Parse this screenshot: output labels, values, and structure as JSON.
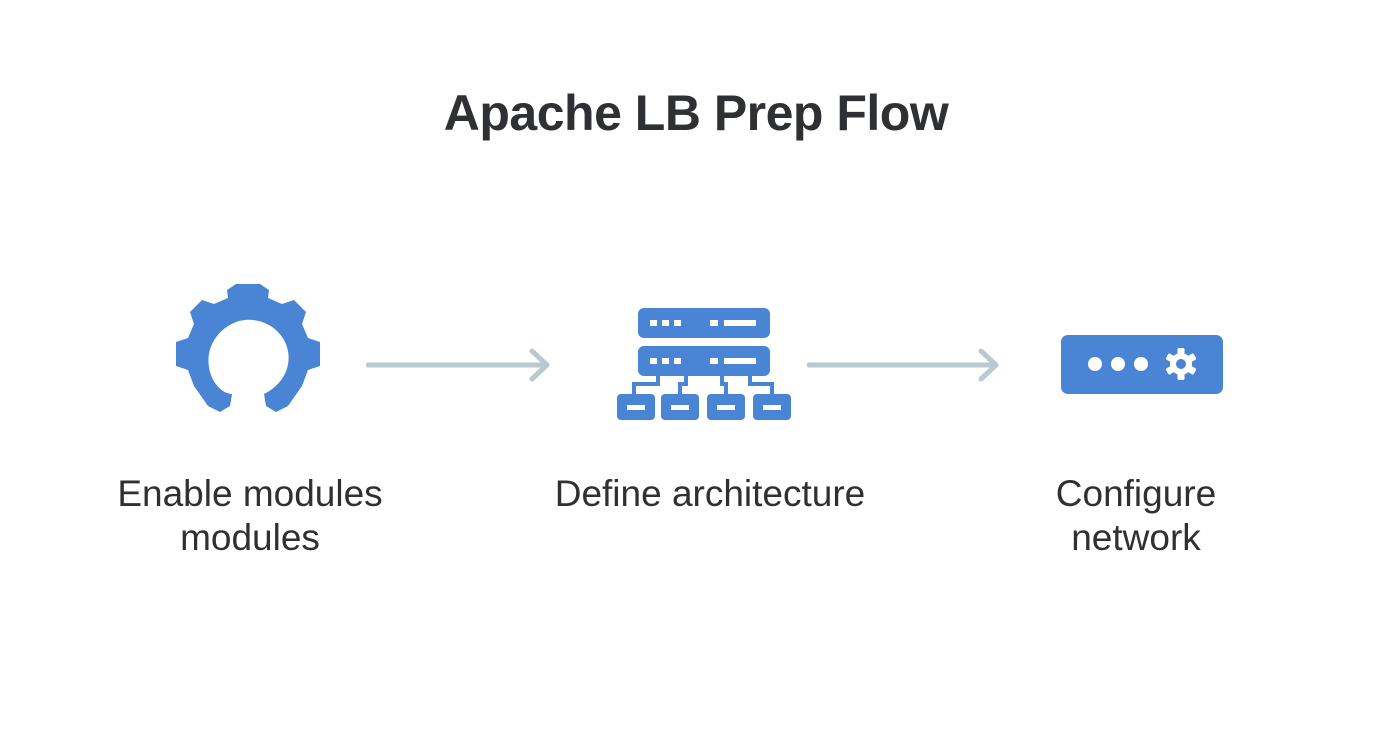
{
  "title": "Apache LB Prep Flow",
  "steps": [
    {
      "icon": "gear-icon",
      "label_line1": "Enable modules",
      "label_line2": "modules"
    },
    {
      "icon": "server-network-icon",
      "label_line1": "Define architecture",
      "label_line2": ""
    },
    {
      "icon": "network-config-icon",
      "label_line1": "Configure",
      "label_line2": "network"
    }
  ],
  "colors": {
    "icon_blue": "#4a84d4",
    "arrow_gray": "#b9c8d1",
    "text_dark": "#2f3033"
  }
}
